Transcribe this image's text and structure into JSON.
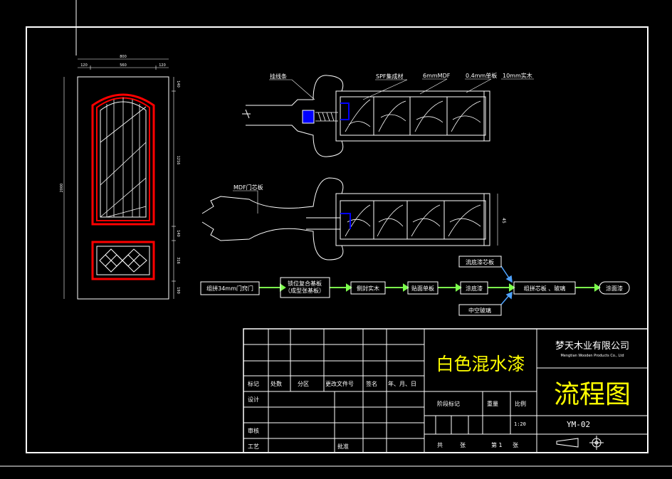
{
  "door": {
    "dims": {
      "total_width": "800",
      "stile_left": "120",
      "panel_width": "560",
      "stile_right": "120",
      "total_height": "2000",
      "rail_top": "140",
      "glass_height": "1216",
      "rail_mid": "140",
      "lower_panel": "316",
      "rail_bottom": "190"
    }
  },
  "section_top": {
    "label_molding": "挂线条",
    "label_spf": "SPF集成材",
    "label_mdf": "6mmMDF",
    "label_veneer": "0.4mm单板",
    "label_solid": "10mm实木"
  },
  "section_bottom": {
    "label_mdf_core": "MDF门芯板",
    "dim_thickness": "45"
  },
  "flow": {
    "steps": [
      "组拼34mm门窍门",
      "锁位复合基板\n（成型张基板）",
      "侧封实木",
      "贴面单板",
      "涂底漆",
      "组拼芯板 、玻璃",
      "涂面漆"
    ],
    "branch_top": "流底漆芯板",
    "branch_bottom": "中空玻璃"
  },
  "title_block": {
    "company": "梦天木业有限公司",
    "company_en": "Mengtian Wooden Products Co.,  Ltd",
    "product": "白色混水漆",
    "drawing_title": "流程图",
    "row_labels": [
      "标记",
      "处数",
      "分区",
      "更改文件号",
      "签名",
      "年、月、日"
    ],
    "design": "设计",
    "review": "审核",
    "process": "工艺",
    "approve": "批准",
    "stage_mark": "阶段标记",
    "weight": "重量",
    "scale_label": "比例",
    "scale_value": "1:20",
    "drawing_no": "YM-02",
    "total_sheets": "共",
    "sheets_unit": "张",
    "sheet_no": "第 1",
    "sheet_unit": "张"
  },
  "colors": {
    "background": "#000000",
    "line": "#ffffff",
    "door_red": "#ff0000",
    "flow_arrow": "#7cff4c",
    "title_yellow": "#ffff00",
    "blue": "#0000ff"
  }
}
